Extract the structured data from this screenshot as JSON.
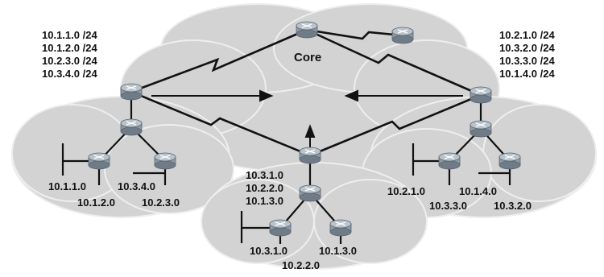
{
  "core_label": "Core",
  "left_summary": [
    "10.1.1.0 /24",
    "10.1.2.0 /24",
    "10.2.3.0 /24",
    "10.3.4.0 /24"
  ],
  "right_summary": [
    "10.2.1.0 /24",
    "10.3.2.0 /24",
    "10.3.3.0 /24",
    "10.1.4.0 /24"
  ],
  "center_summary": [
    "10.3.1.0",
    "10.2.2.0",
    "10.1.3.0"
  ],
  "left_subnets": [
    "10.1.1.0",
    "10.3.4.0",
    "10.1.2.0",
    "10.2.3.0"
  ],
  "bottom_subnets": [
    "10.3.1.0",
    "10.1.3.0",
    "10.2.2.0"
  ],
  "right_subnets": [
    "10.2.1.0",
    "10.1.4.0",
    "10.3.3.0",
    "10.3.2.0"
  ],
  "colors": {
    "cloud": "#d3d3d3",
    "cloud_edge": "#eeeeee",
    "line": "#111111",
    "router_body": "#8e9aa6",
    "router_top": "#b9c3cc"
  }
}
